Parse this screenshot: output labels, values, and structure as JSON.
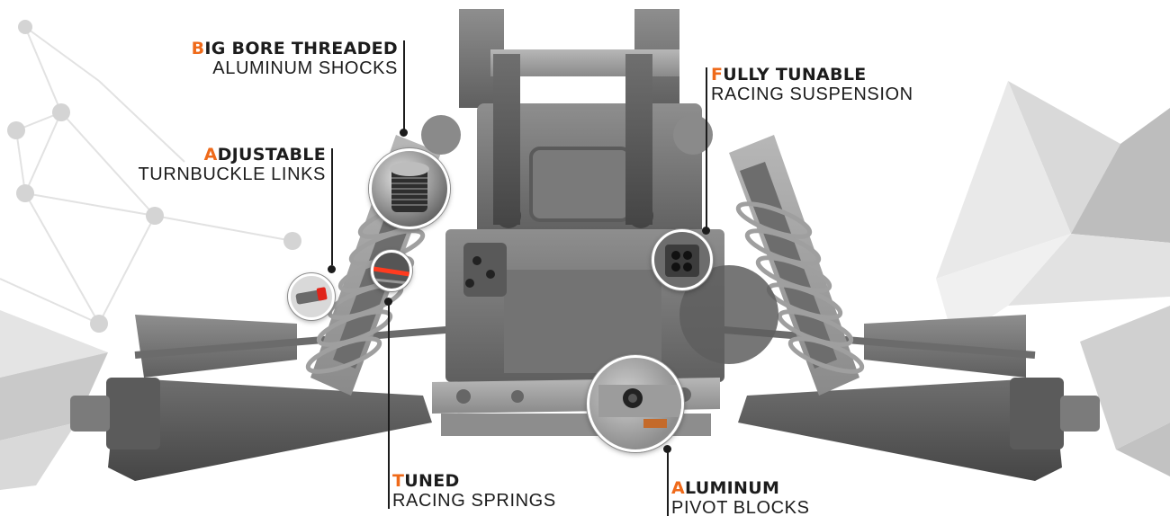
{
  "callouts": [
    {
      "initial": "B",
      "title_rest": "IG BORE THREADED",
      "subtitle": "ALUMINUM SHOCKS"
    },
    {
      "initial": "A",
      "title_rest": "DJUSTABLE",
      "subtitle": "TURNBUCKLE LINKS"
    },
    {
      "initial": "F",
      "title_rest": "ULLY TUNABLE",
      "subtitle": "RACING SUSPENSION"
    },
    {
      "initial": "T",
      "title_rest": "UNED",
      "subtitle": "RACING SPRINGS"
    },
    {
      "initial": "A",
      "title_rest": "LUMINUM",
      "subtitle": "PIVOT BLOCKS"
    }
  ],
  "colors": {
    "accent": "#ef6a1a",
    "text": "#1c1c1c"
  }
}
